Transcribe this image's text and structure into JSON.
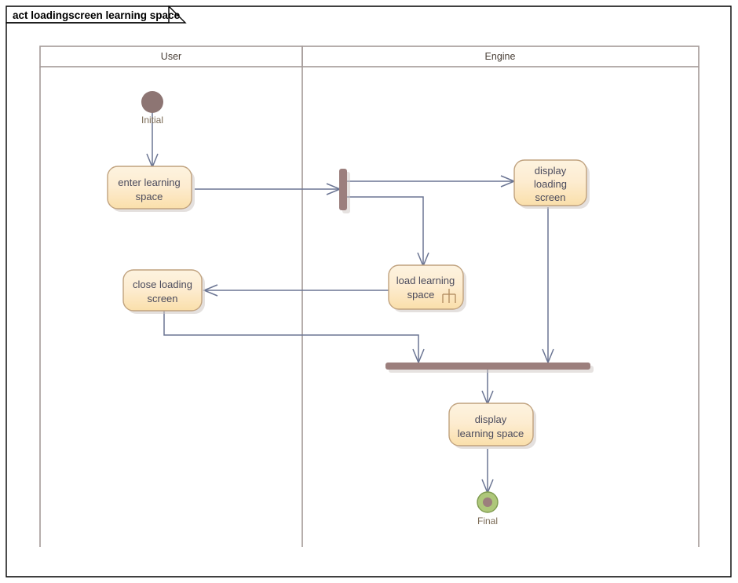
{
  "diagram": {
    "title": "act loadingscreen learning space",
    "type": "uml-activity-diagram",
    "colors": {
      "node_fill_top": "#fdf0d5",
      "node_fill_bottom": "#fbdfae",
      "node_border": "#c0a27e",
      "node_text": "#4a4a5c",
      "edge": "#6b7593",
      "bar": "#9c7f7d",
      "initial": "#8d7573",
      "final_outer": "#aec77a",
      "final_inner": "#9c7f7d",
      "lane_border": "#a49a98",
      "lane_header_text": "#4a4038",
      "pseudo_label": "#7a6a55",
      "frame": "#000000"
    },
    "lanes": [
      {
        "name": "user-lane",
        "label": "User"
      },
      {
        "name": "engine-lane",
        "label": "Engine"
      }
    ],
    "nodes": {
      "initial": {
        "label": "Initial",
        "kind": "initial-node"
      },
      "enter_learning_space": {
        "label_line1": "enter learning",
        "label_line2": "space",
        "kind": "action"
      },
      "fork": {
        "label": "",
        "kind": "fork-bar"
      },
      "display_loading_screen": {
        "label_line1": "display",
        "label_line2": "loading",
        "label_line3": "screen",
        "kind": "action"
      },
      "load_learning_space": {
        "label_line1": "load learning",
        "label_line2": "space",
        "kind": "action",
        "icon": "rake-icon"
      },
      "close_loading_screen": {
        "label_line1": "close loading",
        "label_line2": "screen",
        "kind": "action"
      },
      "join": {
        "label": "",
        "kind": "join-bar"
      },
      "display_learning_space": {
        "label_line1": "display",
        "label_line2": "learning space",
        "kind": "action"
      },
      "final": {
        "label": "Final",
        "kind": "final-node"
      }
    }
  }
}
